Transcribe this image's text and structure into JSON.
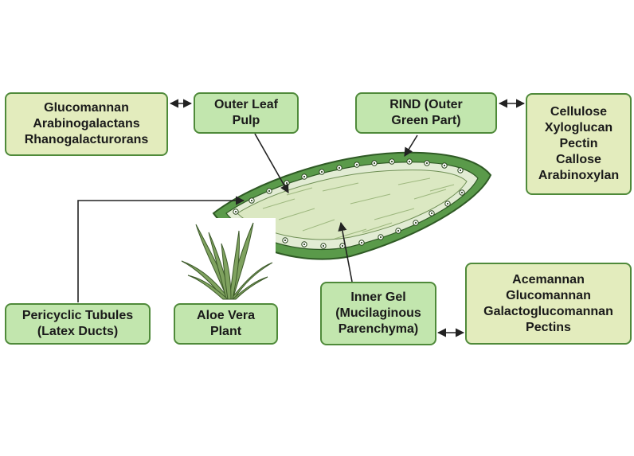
{
  "colors": {
    "box_border": "#4f8a3a",
    "structure_box_fill": "#c2e6ae",
    "composition_box_fill": "#e3ecbd",
    "rind": "#5a9a4a",
    "pulp": "#e2ecd4",
    "gel": "#dbe8c2"
  },
  "boxes": {
    "outer_leaf_pulp": [
      "Outer Leaf",
      "Pulp"
    ],
    "rind": [
      "RIND (Outer",
      "Green Part)"
    ],
    "pericyclic_tubules": [
      "Pericyclic Tubules",
      "(Latex Ducts)"
    ],
    "aloe_vera_plant": [
      "Aloe Vera",
      "Plant"
    ],
    "inner_gel": [
      "Inner Gel",
      "(Mucilaginous",
      "Parenchyma)"
    ]
  },
  "compositions": {
    "outer_leaf_pulp": [
      "Glucomannan",
      "Arabinogalactans",
      "Rhanogalacturorans"
    ],
    "rind": [
      "Cellulose",
      "Xyloglucan",
      "Pectin",
      "Callose",
      "Arabinoxylan"
    ],
    "inner_gel": [
      "Acemannan",
      "Glucomannan",
      "Galactoglucomannan",
      "Pectins"
    ]
  },
  "icons": {
    "leaf_cross_section": "leaf-cross-section-icon",
    "aloe_plant": "aloe-plant-icon"
  }
}
